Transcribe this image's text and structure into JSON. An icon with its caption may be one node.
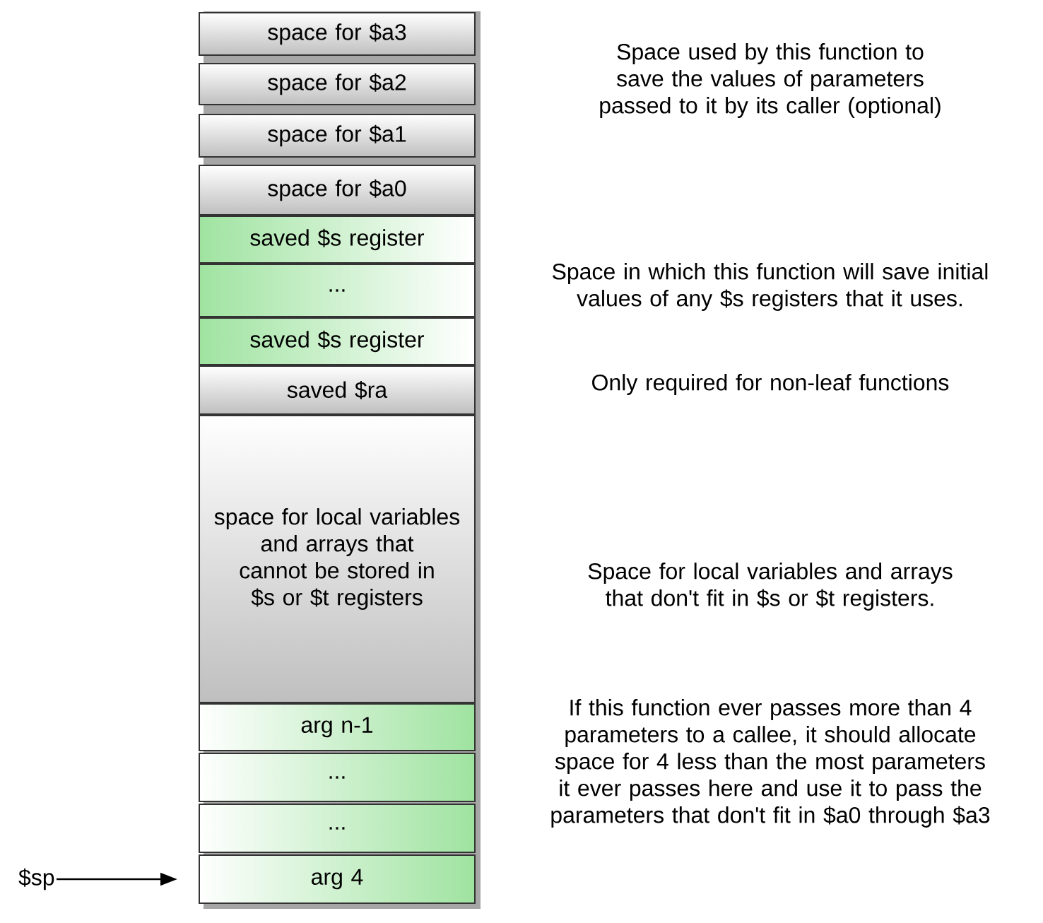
{
  "diagram": {
    "nodes": [
      {
        "text": [
          "space for $a3"
        ]
      },
      {
        "text": [
          "space for $a2"
        ]
      },
      {
        "text": [
          "space for $a1"
        ]
      },
      {
        "text": [
          "space for $a0"
        ]
      },
      {
        "text": [
          "saved $s register"
        ]
      },
      {
        "text": [
          "..."
        ]
      },
      {
        "text": [
          "saved $s register"
        ]
      },
      {
        "text": [
          "saved $ra"
        ]
      },
      {
        "text": [
          "space for local variables and arrays that cannot be stored in $s or $t registers"
        ]
      },
      {
        "text": [
          "arg n-1"
        ]
      },
      {
        "text": [
          "..."
        ]
      },
      {
        "text": [
          "..."
        ]
      },
      {
        "text": [
          "arg 4"
        ]
      },
      {
        "text": [
          "$sp"
        ]
      }
    ],
    "edges": [
      {
        "from": 13,
        "to": 12,
        "arrow": "to"
      }
    ],
    "labels": [
      "Space used by this function to save the values of parameters passed to it by its caller (optional)",
      "Space in which this function will save initial values of any $s registers that it uses.",
      "Only required for non-leaf functions",
      "Space for local variables and arrays that don't fit in $s or $t registers.",
      "If this function ever passes more than 4 parameters to a callee, it should allocate space for 4 less than the most parameters it ever passes here and use it to pass the parameters that don't fit in $a0 through $a3"
    ]
  }
}
